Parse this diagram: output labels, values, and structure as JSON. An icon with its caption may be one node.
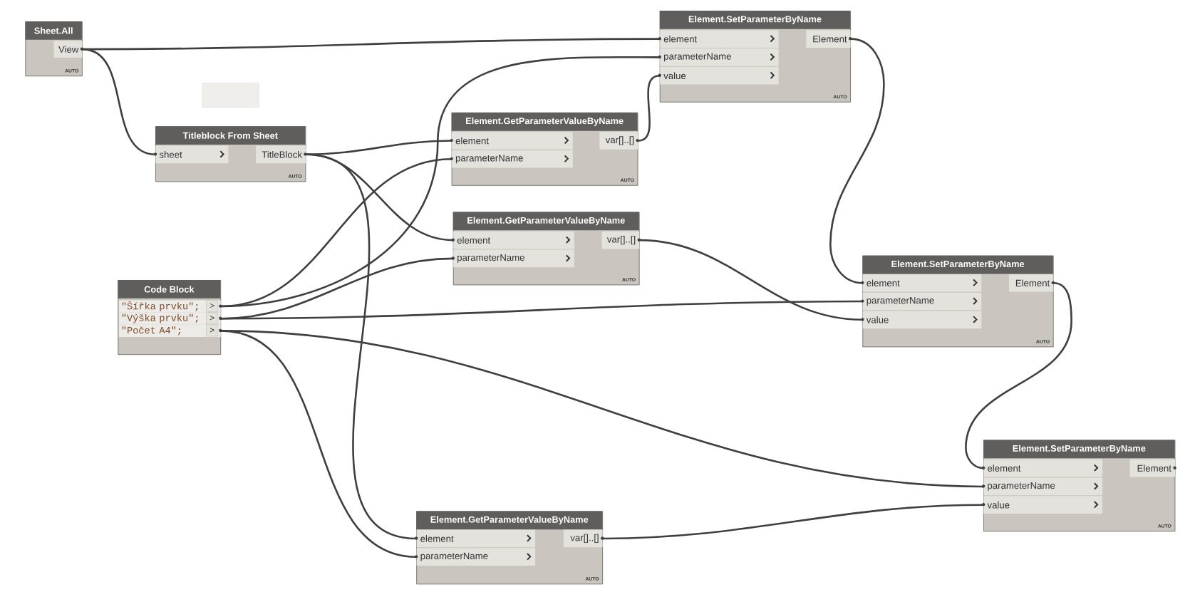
{
  "diagram": {
    "nodes": [
      {
        "text": [
          "Sheet.All",
          "AUTO"
        ]
      },
      {
        "text": [
          "View"
        ],
        "in": 0
      },
      {
        "text": [],
        "shape": "box"
      },
      {
        "text": [
          "Titleblock From Sheet",
          "AUTO"
        ]
      },
      {
        "text": [
          "sheet"
        ],
        "in": 3
      },
      {
        "text": [
          "TitleBlock"
        ],
        "in": 3
      },
      {
        "text": [
          "Code Block"
        ]
      },
      {
        "text": [
          "\"Šířka prvku\";",
          ">"
        ],
        "in": 6
      },
      {
        "text": [
          "\"Výška prvku\";",
          ">"
        ],
        "in": 6
      },
      {
        "text": [
          "\"Počet A4\";",
          ">"
        ],
        "in": 6
      },
      {
        "text": [
          "Element.GetParameterValueByName",
          "AUTO"
        ]
      },
      {
        "text": [
          "element"
        ],
        "in": 10
      },
      {
        "text": [
          "parameterName"
        ],
        "in": 10
      },
      {
        "text": [
          "var[]..[]"
        ],
        "in": 10
      },
      {
        "text": [
          "Element.GetParameterValueByName",
          "AUTO"
        ]
      },
      {
        "text": [
          "element"
        ],
        "in": 14
      },
      {
        "text": [
          "parameterName"
        ],
        "in": 14
      },
      {
        "text": [
          "var[]..[]"
        ],
        "in": 14
      },
      {
        "text": [
          "Element.SetParameterByName",
          "AUTO"
        ]
      },
      {
        "text": [
          "element"
        ],
        "in": 18
      },
      {
        "text": [
          "parameterName"
        ],
        "in": 18
      },
      {
        "text": [
          "value"
        ],
        "in": 18
      },
      {
        "text": [
          "Element"
        ],
        "in": 18
      },
      {
        "text": [
          "Element.SetParameterByName",
          "AUTO"
        ]
      },
      {
        "text": [
          "element"
        ],
        "in": 23
      },
      {
        "text": [
          "parameterName"
        ],
        "in": 23
      },
      {
        "text": [
          "value"
        ],
        "in": 23
      },
      {
        "text": [
          "Element"
        ],
        "in": 23
      },
      {
        "text": [
          "Element.SetParameterByName",
          "AUTO"
        ]
      },
      {
        "text": [
          "element"
        ],
        "in": 28
      },
      {
        "text": [
          "parameterName"
        ],
        "in": 28
      },
      {
        "text": [
          "value"
        ],
        "in": 28
      },
      {
        "text": [
          "Element"
        ],
        "in": 28
      },
      {
        "text": [
          "Element.GetParameterValueByName",
          "AUTO"
        ]
      },
      {
        "text": [
          "element"
        ],
        "in": 33
      },
      {
        "text": [
          "parameterName"
        ],
        "in": 33
      },
      {
        "text": [
          "var[]..[]"
        ],
        "in": 33
      }
    ],
    "edges": [
      {
        "from": 1,
        "to": 19,
        "arrow": "none"
      },
      {
        "from": 1,
        "to": 4,
        "arrow": "none"
      },
      {
        "from": 5,
        "to": 11,
        "arrow": "none"
      },
      {
        "from": 5,
        "to": 15,
        "arrow": "none"
      },
      {
        "from": 5,
        "to": 34,
        "arrow": "none"
      },
      {
        "from": 7,
        "to": 12,
        "arrow": "none"
      },
      {
        "from": 7,
        "to": 20,
        "arrow": "none"
      },
      {
        "from": 8,
        "to": 16,
        "arrow": "none"
      },
      {
        "from": 8,
        "to": 25,
        "arrow": "none"
      },
      {
        "from": 9,
        "to": 30,
        "arrow": "none"
      },
      {
        "from": 9,
        "to": 35,
        "arrow": "none"
      },
      {
        "from": 13,
        "to": 21,
        "arrow": "none"
      },
      {
        "from": 17,
        "to": 26,
        "arrow": "none"
      },
      {
        "from": 36,
        "to": 31,
        "arrow": "none"
      },
      {
        "from": 22,
        "to": 24,
        "arrow": "none"
      },
      {
        "from": 27,
        "to": 29,
        "arrow": "none"
      }
    ]
  }
}
